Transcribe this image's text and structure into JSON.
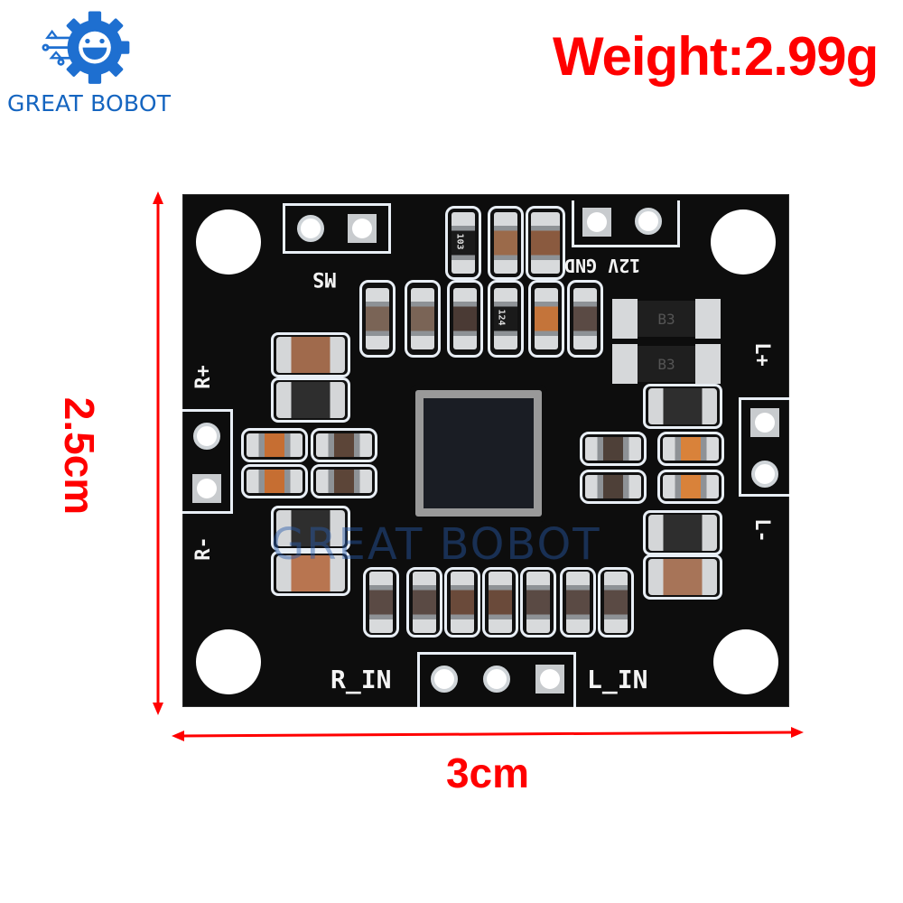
{
  "brand": {
    "name": "GREAT BOBOT",
    "logo_icon": "gear-robot-icon",
    "color": "#1565c0"
  },
  "annotations": {
    "weight": "Weight:2.99g",
    "height_dimension": "2.5cm",
    "width_dimension": "3cm",
    "color": "#ff0000"
  },
  "pcb": {
    "silkscreen": {
      "ms": "MS",
      "power": "12V GND",
      "r_plus": "R+",
      "r_minus": "R-",
      "l_plus": "L+",
      "l_minus": "L-",
      "r_in": "R_IN",
      "l_in": "L_IN"
    },
    "component_markings": {
      "resistor_top_1": "103",
      "resistor_top_2": "124",
      "diode_1": "B3",
      "diode_2": "B3"
    },
    "watermark": "GREAT BOBOT",
    "board_color": "#0d0d0d"
  }
}
